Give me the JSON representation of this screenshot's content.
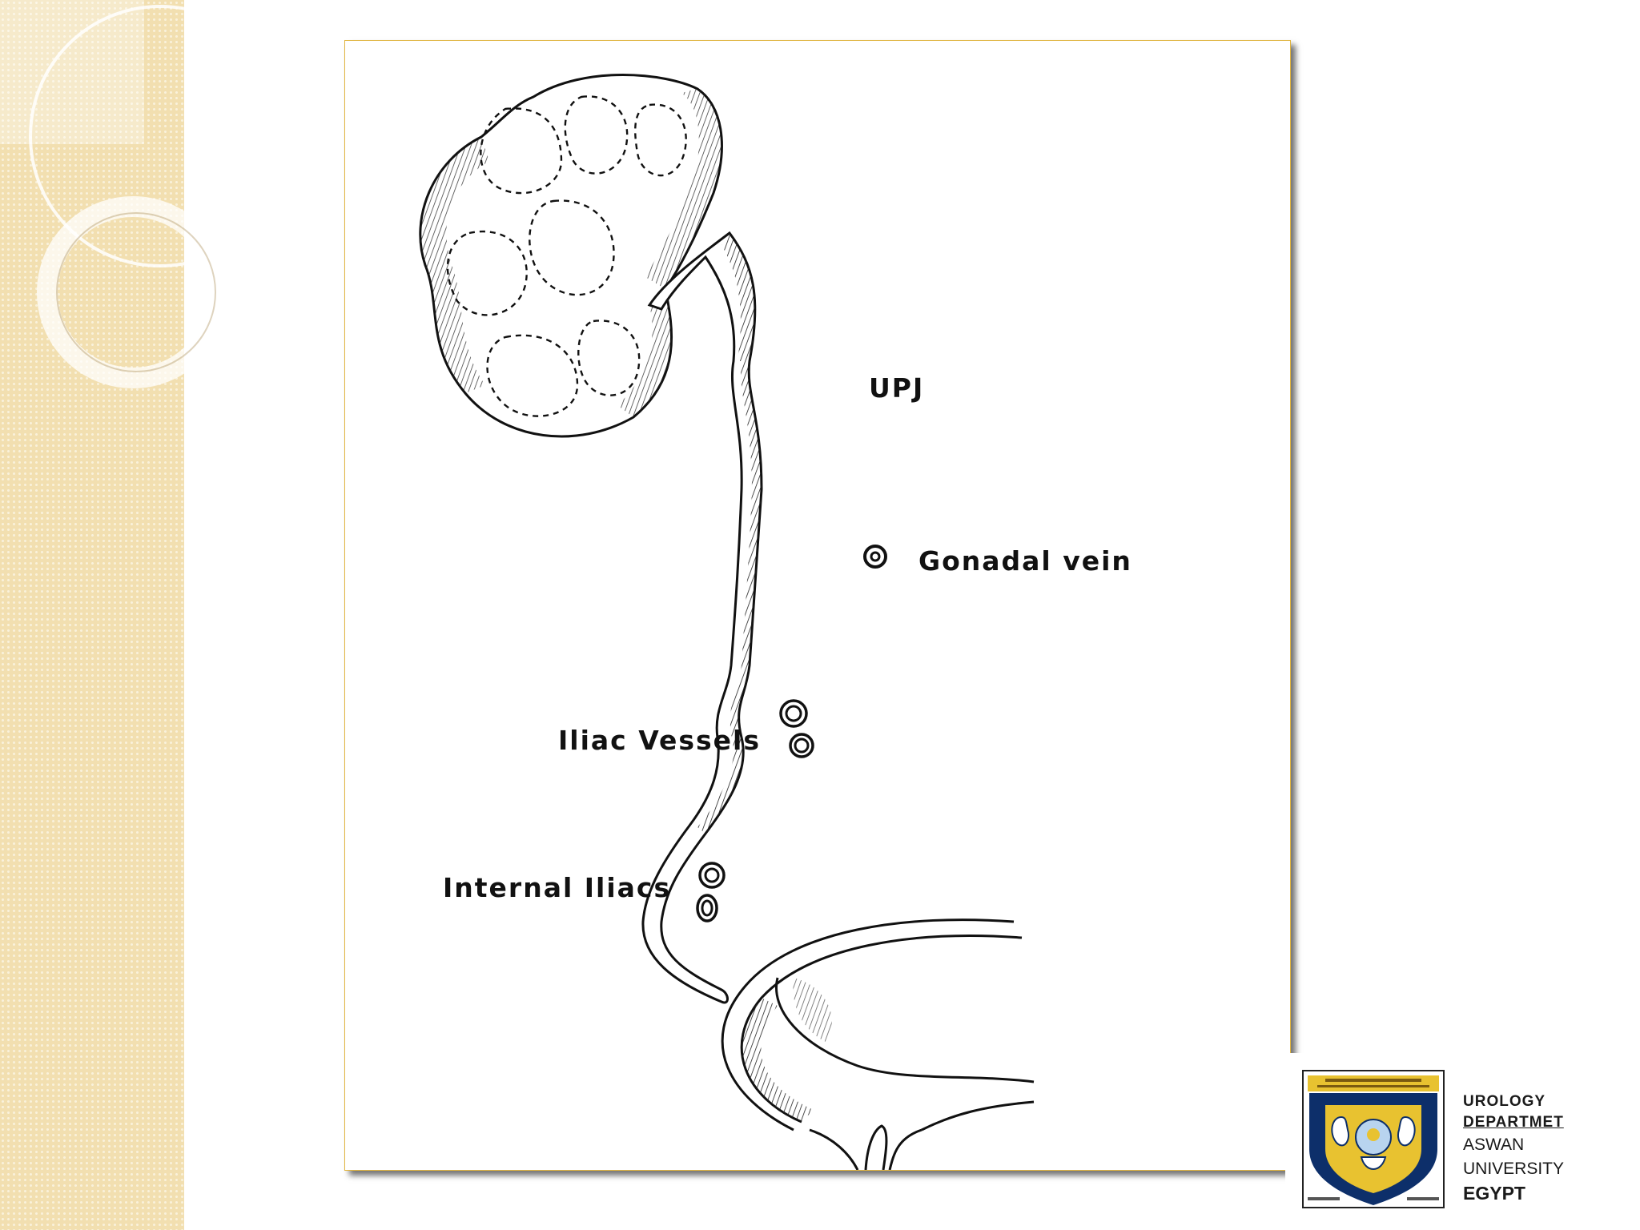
{
  "diagram": {
    "labels": {
      "upj": "UPJ",
      "gonadal": "Gonadal vein",
      "iliac_vessels": "Iliac Vessels",
      "internal_iliacs": "Internal Iliacs"
    }
  },
  "logo": {
    "line1": "UROLOGY",
    "line2": "DEPARTMET",
    "line3": "ASWAN UNIVERSITY",
    "line4": "EGYPT"
  },
  "colors": {
    "sidebar": "#f2dfb0",
    "frame_border": "#e0b440",
    "shield_blue": "#0d2f6a",
    "shield_gold": "#e8c230",
    "ink": "#111111"
  }
}
